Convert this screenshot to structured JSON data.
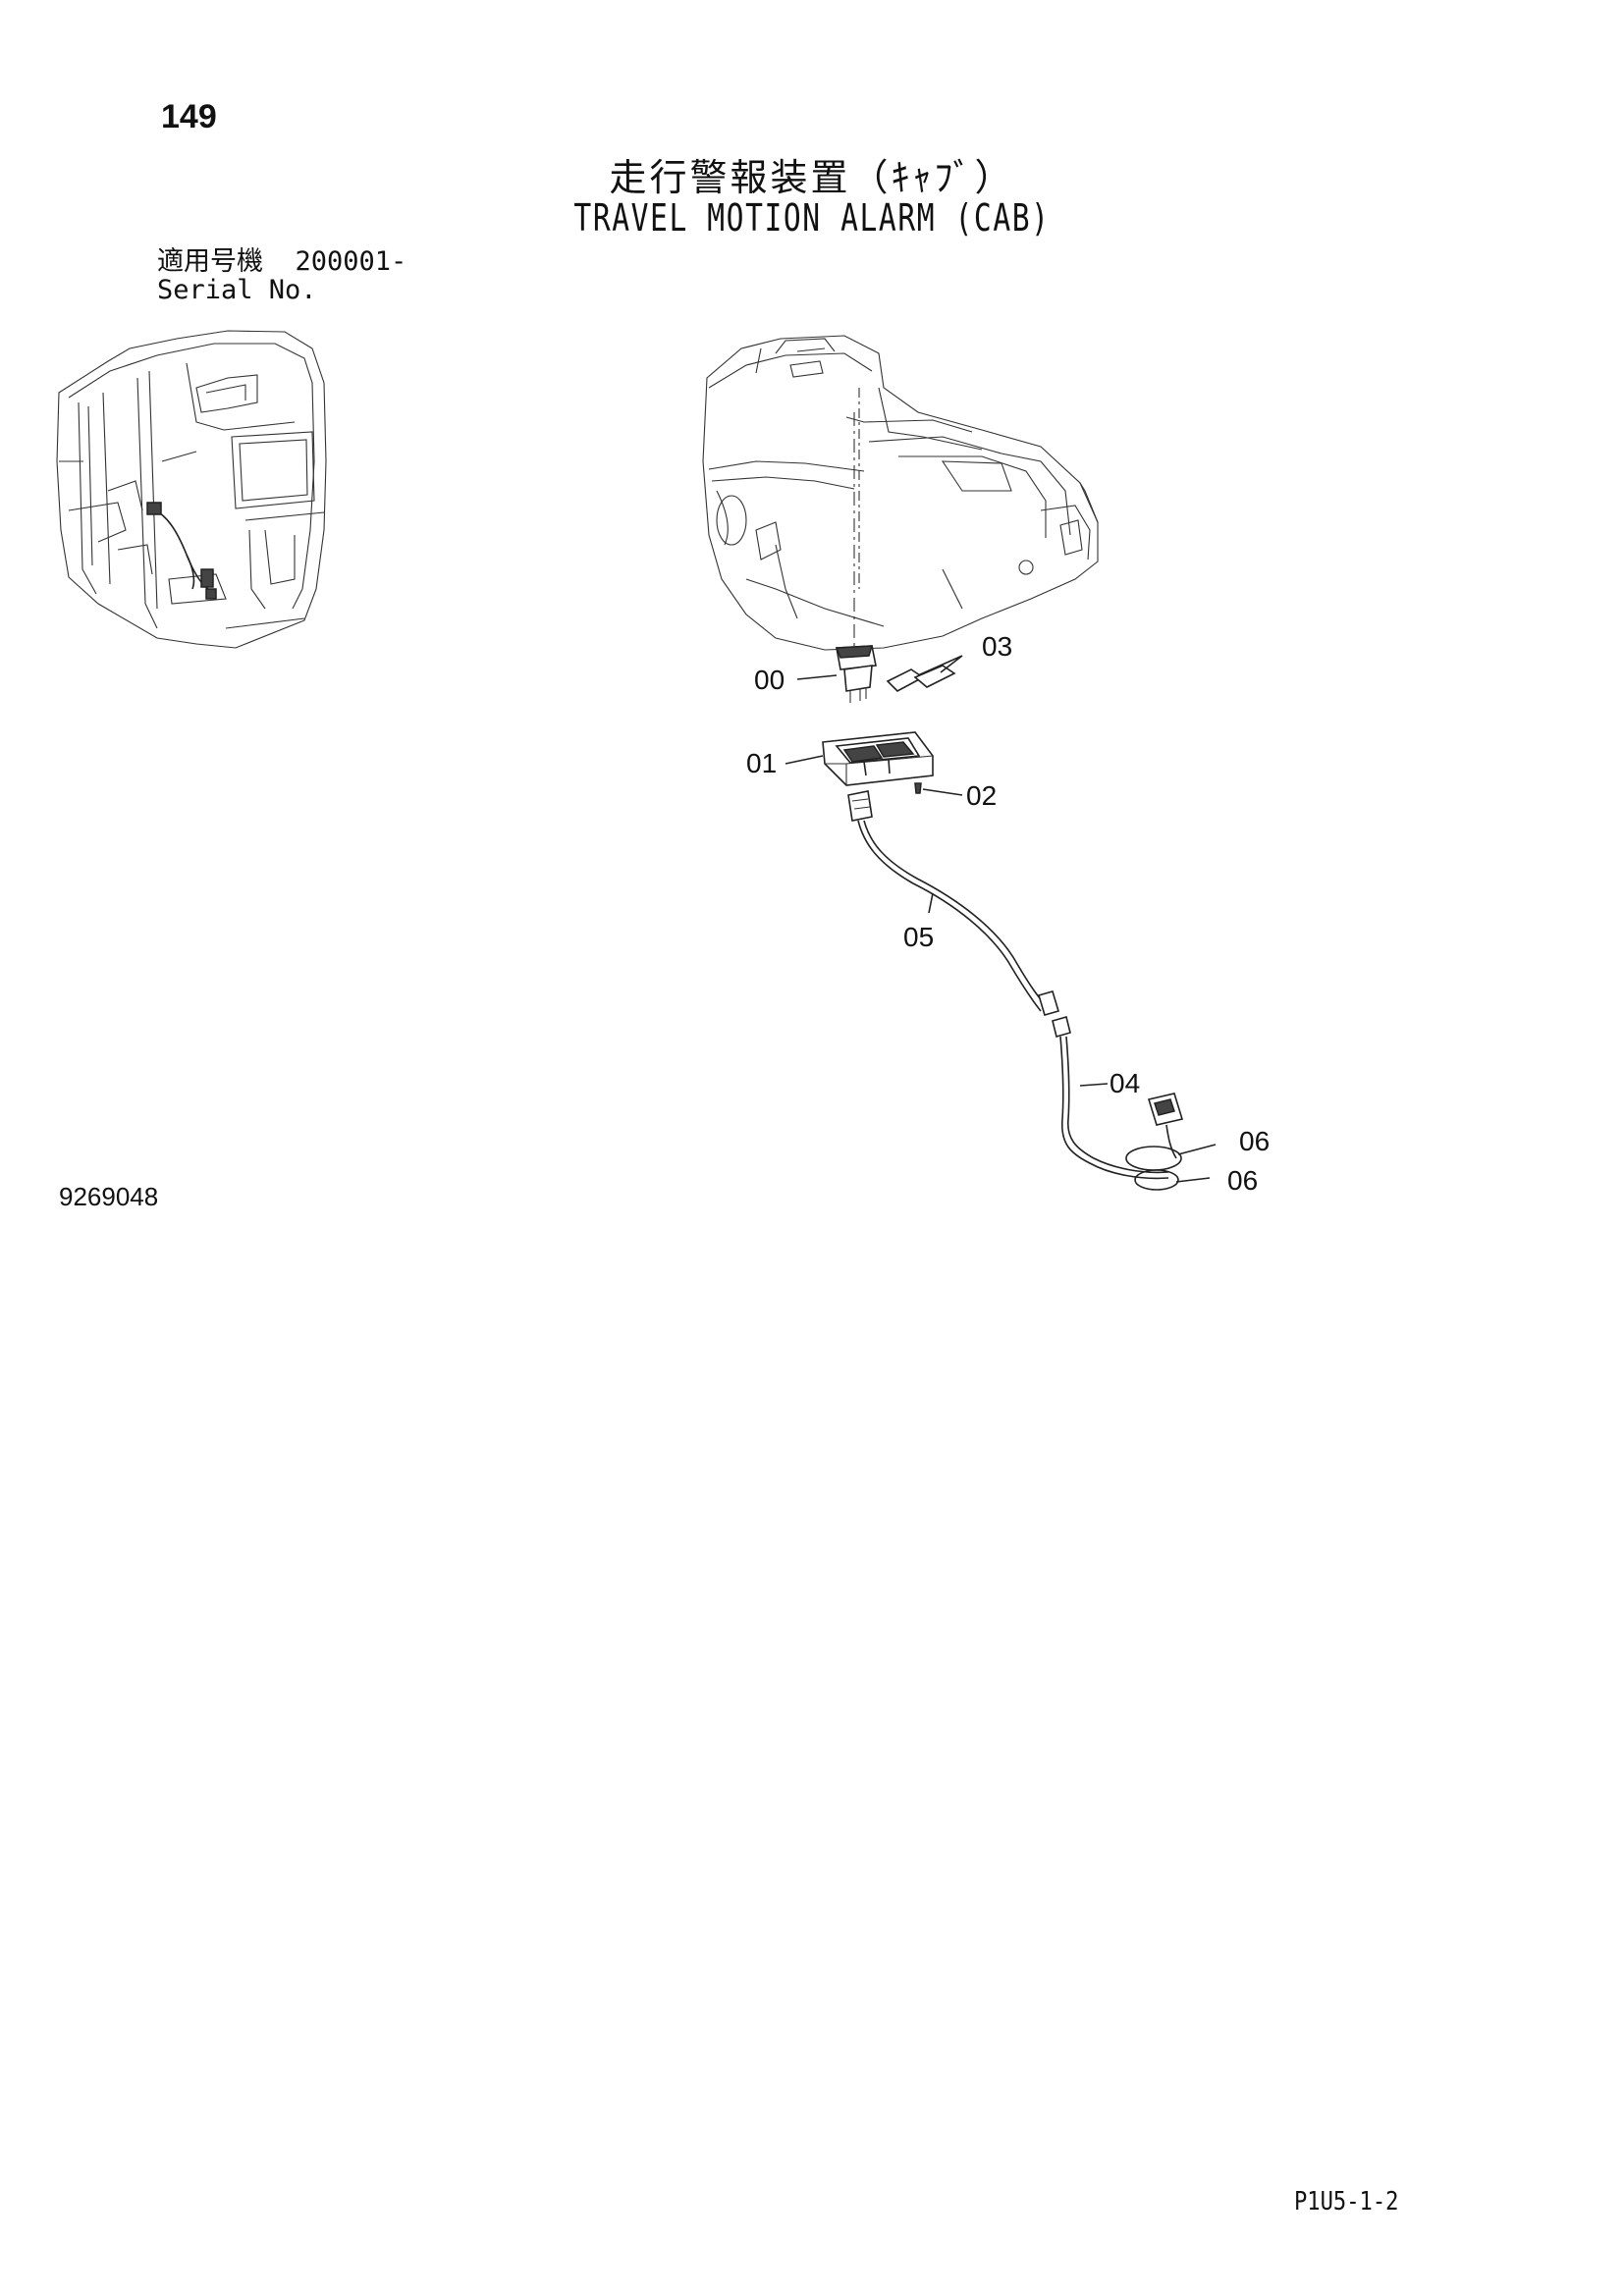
{
  "page_number": "149",
  "title_ja": "走行警報装置（ｷｬﾌﾞ）",
  "title_en": "TRAVEL MOTION ALARM (CAB)",
  "serial": {
    "label_ja": "適用号機",
    "value": "200001-",
    "label_en": "Serial No."
  },
  "callouts": {
    "c00": "00",
    "c01": "01",
    "c02": "02",
    "c03": "03",
    "c04": "04",
    "c05": "05",
    "c06a": "06",
    "c06b": "06"
  },
  "drawing_number": "9269048",
  "page_code": "P1U5-1-2"
}
